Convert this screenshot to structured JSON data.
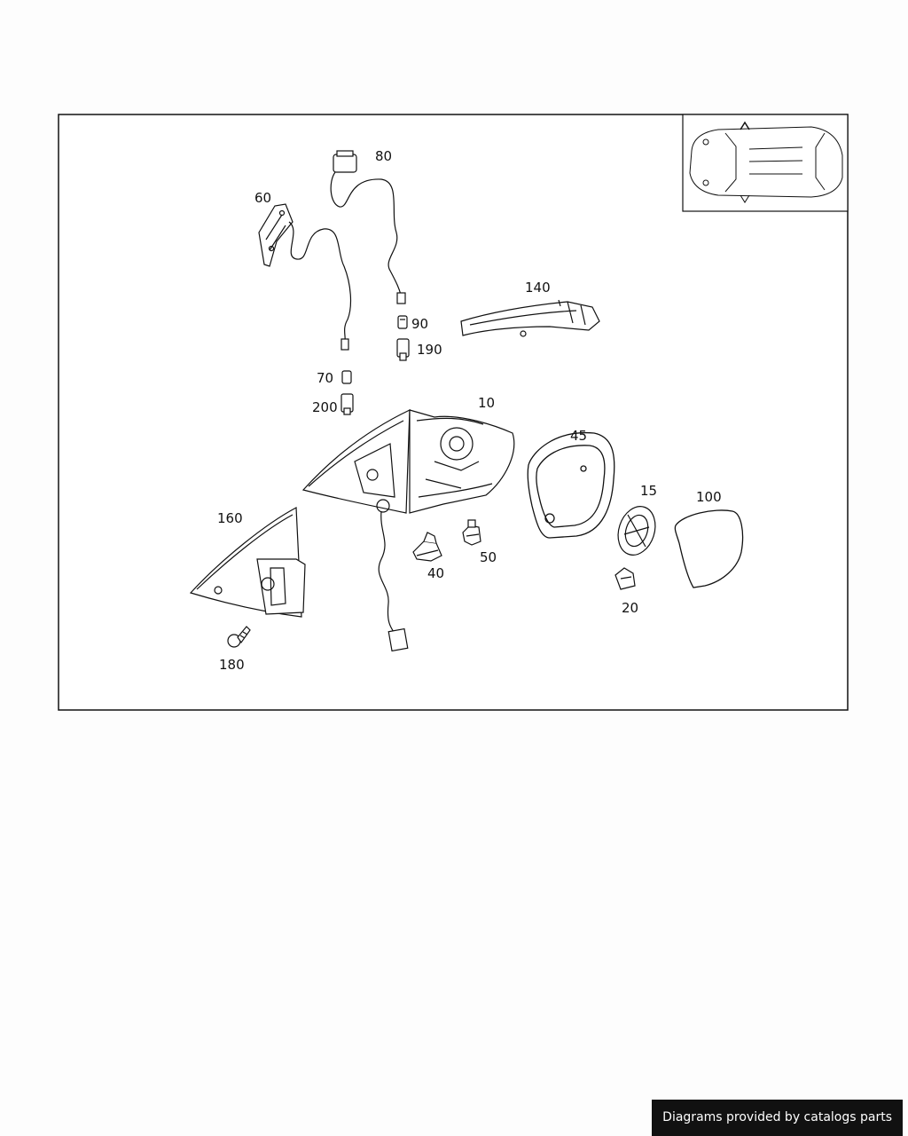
{
  "diagram": {
    "callouts": {
      "c10": "10",
      "c15": "15",
      "c20": "20",
      "c40": "40",
      "c45": "45",
      "c50": "50",
      "c60": "60",
      "c70": "70",
      "c80": "80",
      "c90": "90",
      "c100": "100",
      "c140": "140",
      "c160": "160",
      "c180": "180",
      "c190": "190",
      "c200": "200"
    },
    "line_color": "#111111",
    "background_color": "#ffffff"
  },
  "footer": {
    "text": "Diagrams provided by catalogs parts"
  }
}
